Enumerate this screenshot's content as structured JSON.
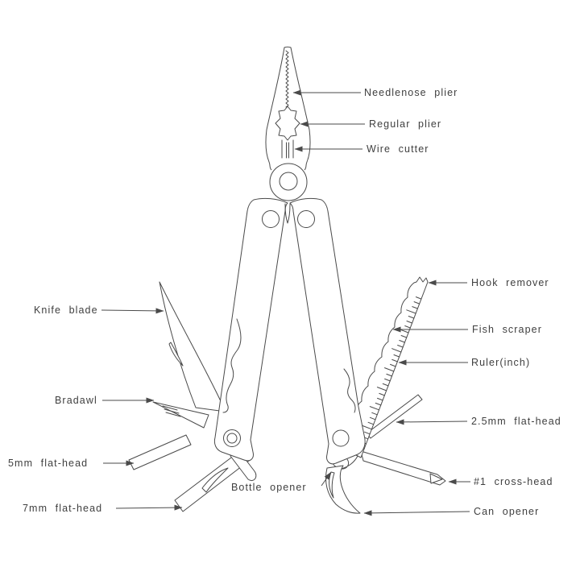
{
  "figure": {
    "background_color": "#ffffff",
    "line_color": "#4a4a4a",
    "text_color": "#3f3f3f",
    "subject": "multi-tool pliers labeled diagram"
  },
  "labels": {
    "needlenose_plier": "Needlenose plier",
    "regular_plier": "Regular plier",
    "wire_cutter": "Wire cutter",
    "hook_remover": "Hook remover",
    "fish_scraper": "Fish scraper",
    "ruler_inch": "Ruler(inch)",
    "flat_head_25mm": "2.5mm flat-head",
    "cross_head_1": "#1 cross-head",
    "can_opener": "Can opener",
    "knife_blade": "Knife blade",
    "bradawl": "Bradawl",
    "flat_head_5mm": "5mm flat-head",
    "flat_head_7mm": "7mm flat-head",
    "bottle_opener": "Bottle opener"
  }
}
